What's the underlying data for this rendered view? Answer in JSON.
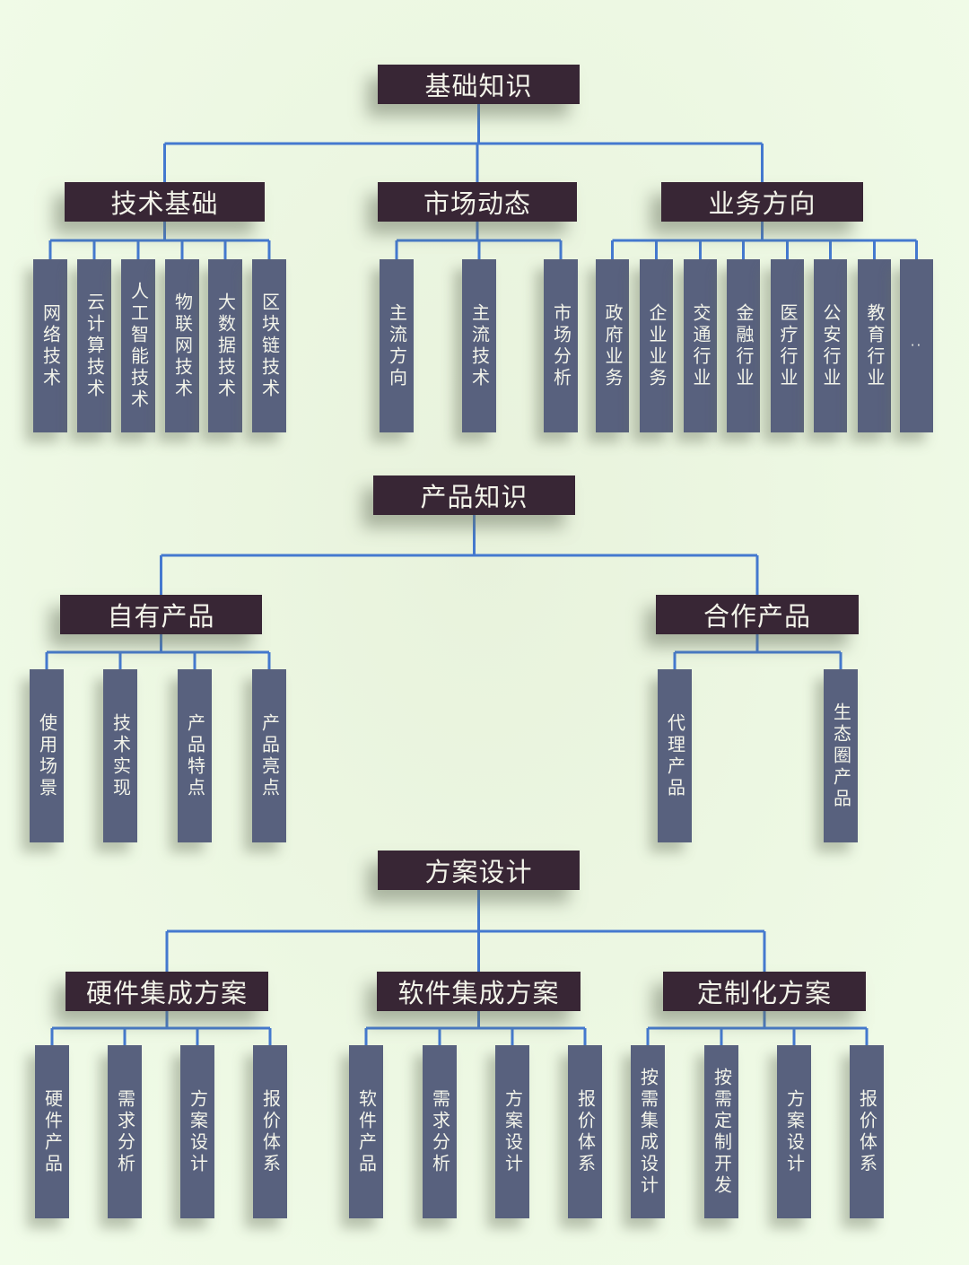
{
  "diagram": {
    "colors": {
      "line": "#4479cf",
      "header_bg": "#382635",
      "bar_bg": "#58617e",
      "text": "#f3f4ea",
      "background": "#edf8e3"
    },
    "sections": [
      {
        "root": "基础知识",
        "branches": [
          {
            "label": "技术基础",
            "children": [
              "网络技术",
              "云计算技术",
              "人工智能技术",
              "物联网技术",
              "大数据技术",
              "区块链技术"
            ]
          },
          {
            "label": "市场动态",
            "children": [
              "主流方向",
              "主流技术",
              "市场分析"
            ]
          },
          {
            "label": "业务方向",
            "children": [
              "政府业务",
              "企业业务",
              "交通行业",
              "金融行业",
              "医疗行业",
              "公安行业",
              "教育行业",
              "··"
            ]
          }
        ]
      },
      {
        "root": "产品知识",
        "branches": [
          {
            "label": "自有产品",
            "children": [
              "使用场景",
              "技术实现",
              "产品特点",
              "产品亮点"
            ]
          },
          {
            "label": "合作产品",
            "children": [
              "代理产品",
              "生态圈产品"
            ]
          }
        ]
      },
      {
        "root": "方案设计",
        "branches": [
          {
            "label": "硬件集成方案",
            "children": [
              "硬件产品",
              "需求分析",
              "方案设计",
              "报价体系"
            ]
          },
          {
            "label": "软件集成方案",
            "children": [
              "软件产品",
              "需求分析",
              "方案设计",
              "报价体系"
            ]
          },
          {
            "label": "定制化方案",
            "children": [
              "按需集成设计",
              "按需定制开发",
              "方案设计",
              "报价体系"
            ]
          }
        ]
      }
    ]
  }
}
